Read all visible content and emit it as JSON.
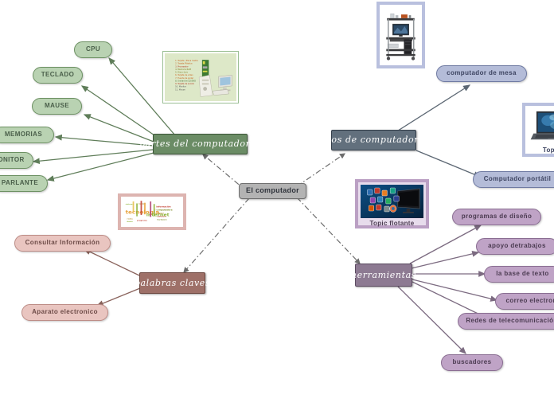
{
  "map": {
    "title": "El computador",
    "center": {
      "label": "El computador"
    },
    "colors": {
      "green_main": "#6b8c65",
      "green_child": "#b9d2b2",
      "blue_main": "#62707d",
      "blue_child": "#b4bcd8",
      "purple_main": "#8d7a92",
      "purple_child": "#bfa3c6",
      "rose_main": "#9e7068",
      "rose_child": "#e9c5c0",
      "center": "#b3b3b3",
      "edge": "#6d6d6d"
    },
    "branches": [
      {
        "id": "partes",
        "label": "partes del computadores",
        "children": [
          {
            "label": "CPU"
          },
          {
            "label": "TECLADO"
          },
          {
            "label": "MAUSE"
          },
          {
            "label": "MEMORIAS"
          },
          {
            "label": "MONITOR"
          },
          {
            "label": "PARLANTE"
          }
        ]
      },
      {
        "id": "tipos",
        "label": "tipos de computadores",
        "children": [
          {
            "label": "computador de mesa"
          },
          {
            "label": "Computador portátil"
          }
        ]
      },
      {
        "id": "herramientas",
        "label": "herramientas",
        "children": [
          {
            "label": "programas de diseño"
          },
          {
            "label": "apoyo detrabajos"
          },
          {
            "label": "la base de texto"
          },
          {
            "label": "correo electronico"
          },
          {
            "label": "Redes de telecomunicación"
          },
          {
            "label": "buscadores"
          }
        ]
      },
      {
        "id": "palabras",
        "label": "palabras claves",
        "children": [
          {
            "label": "Consultar Información"
          },
          {
            "label": "Aparato electronico"
          }
        ]
      }
    ],
    "images": [
      {
        "id": "img-partes",
        "name": "partes-computador-diagram-image",
        "caption": ""
      },
      {
        "id": "img-mesa",
        "name": "computador-de-mesa-photo",
        "caption": ""
      },
      {
        "id": "img-portatil",
        "name": "computador-portatil-photo",
        "caption": "Topic"
      },
      {
        "id": "img-flotante",
        "name": "topic-flotante-image",
        "caption": "Topic flotante"
      },
      {
        "id": "img-tecnologia",
        "name": "tecnologia-word-cloud-image",
        "caption": ""
      }
    ]
  }
}
